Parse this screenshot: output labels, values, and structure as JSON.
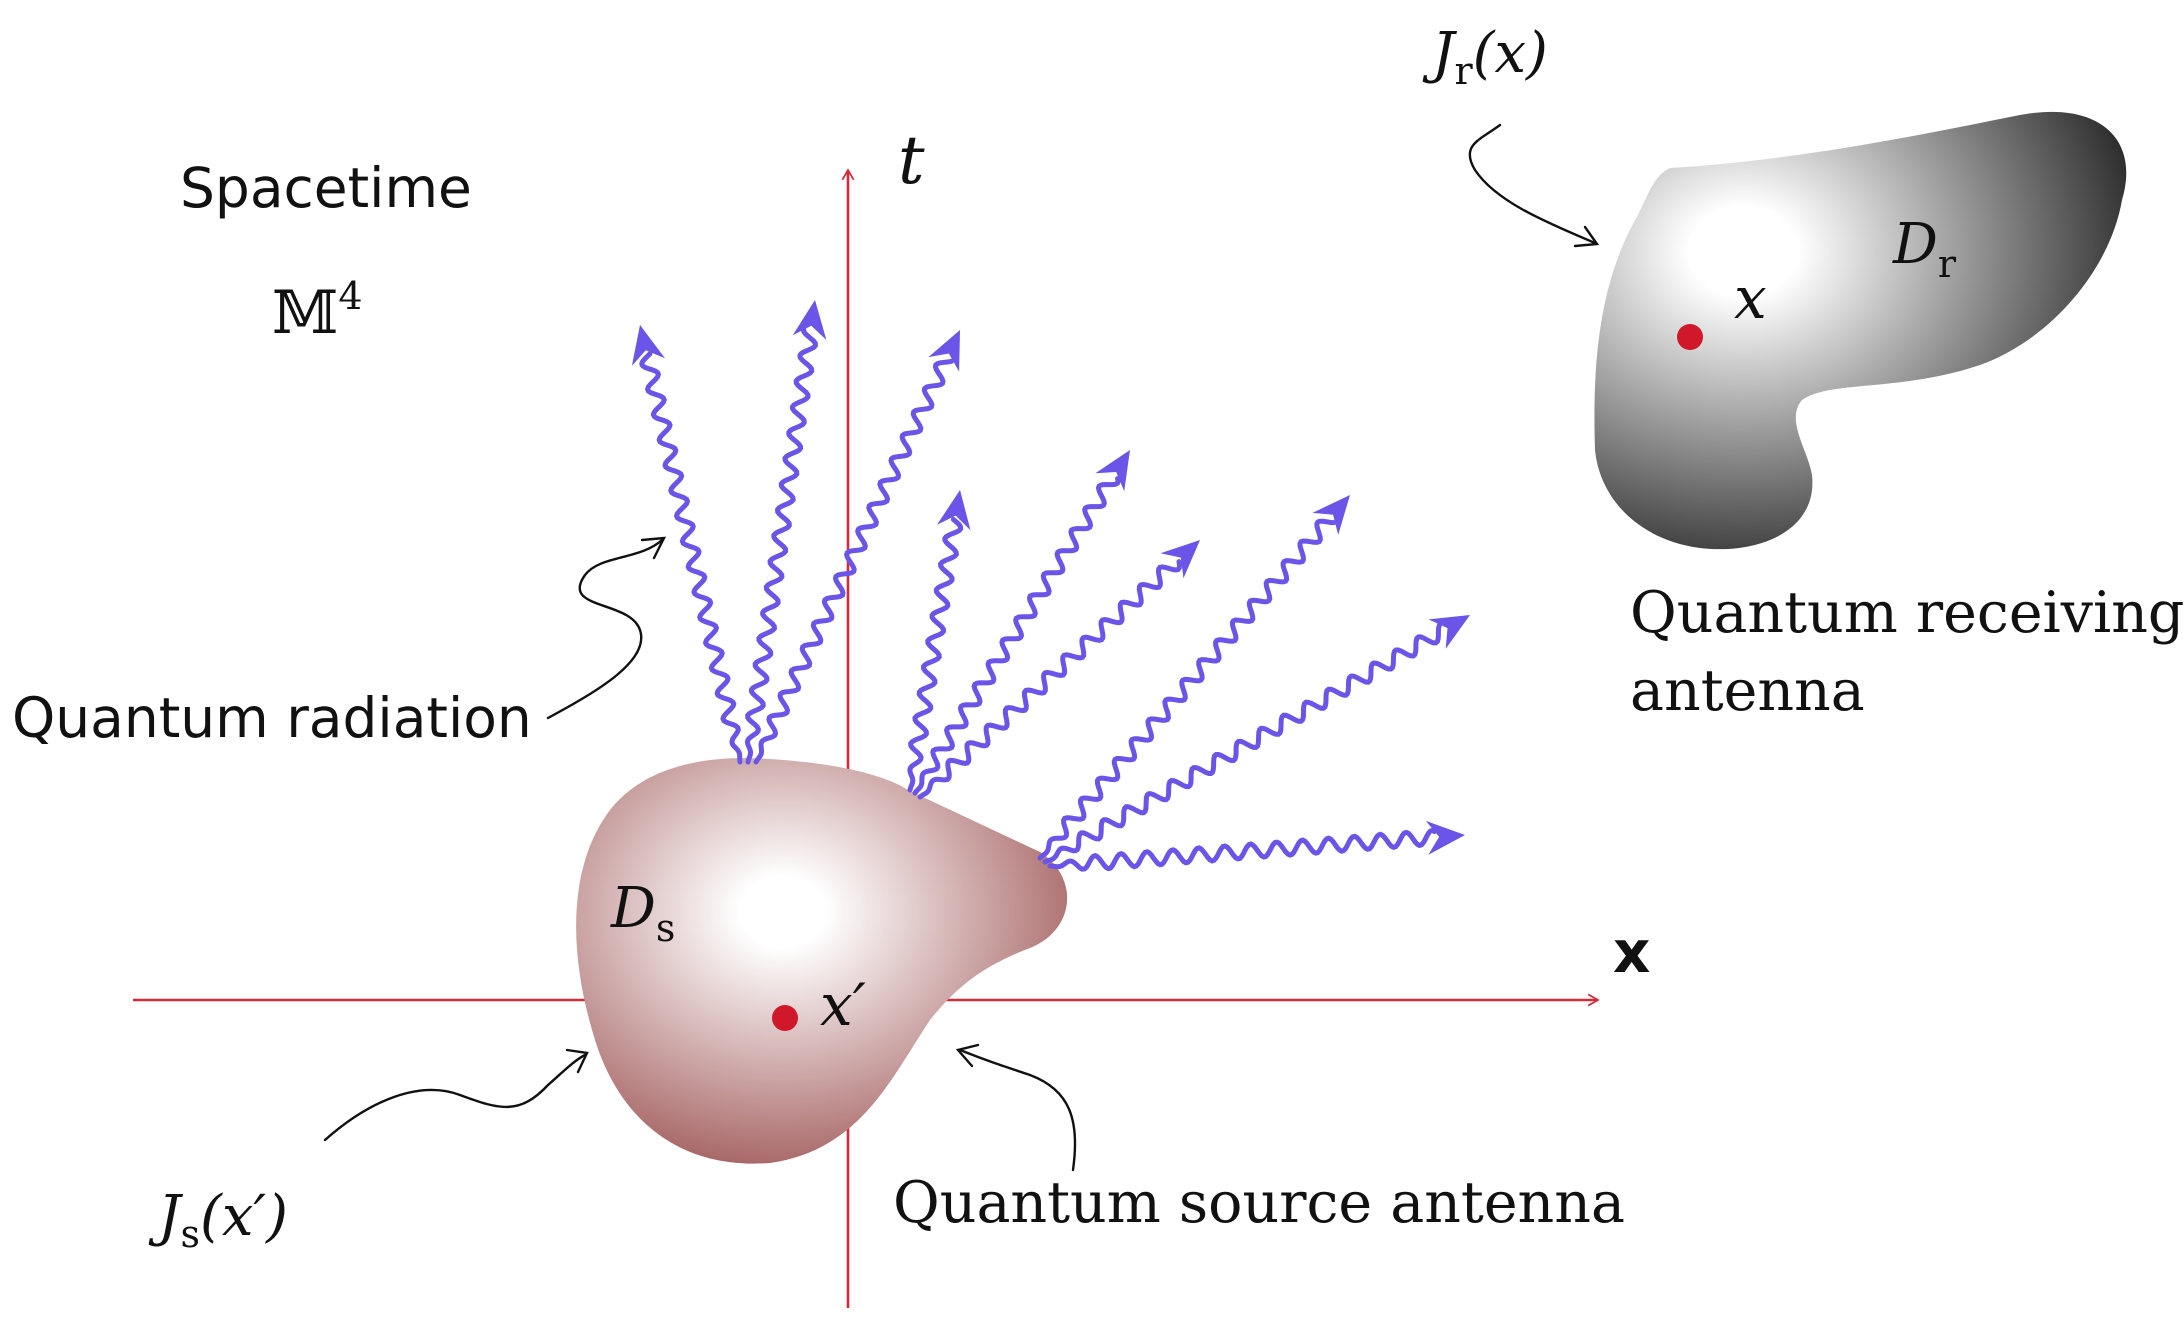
{
  "labels": {
    "spacetime": "Spacetime",
    "manifold": "𝕄",
    "manifold_sup": "4",
    "t_axis": "t",
    "x_axis": "x",
    "quantum_radiation": "Quantum radiation",
    "quantum_receiving": "Quantum receiving",
    "antenna": "antenna",
    "quantum_source_antenna": "Quantum source antenna",
    "d_s": "D",
    "d_s_sub": "s",
    "d_r": "D",
    "d_r_sub": "r",
    "x_prime": "x′",
    "x_point": "x",
    "js_J": "J",
    "js_sub": "s",
    "js_arg": "(x′)",
    "jr_J": "J",
    "jr_sub": "r",
    "jr_arg": "(x)"
  },
  "colors": {
    "axis": "#d42a3a",
    "radiation": "#6a55e8",
    "point": "#d0182a",
    "source_light": "#ffffff",
    "source_dark": "#9a4e4e",
    "receiver_light": "#ffffff",
    "receiver_dark": "#111111"
  }
}
